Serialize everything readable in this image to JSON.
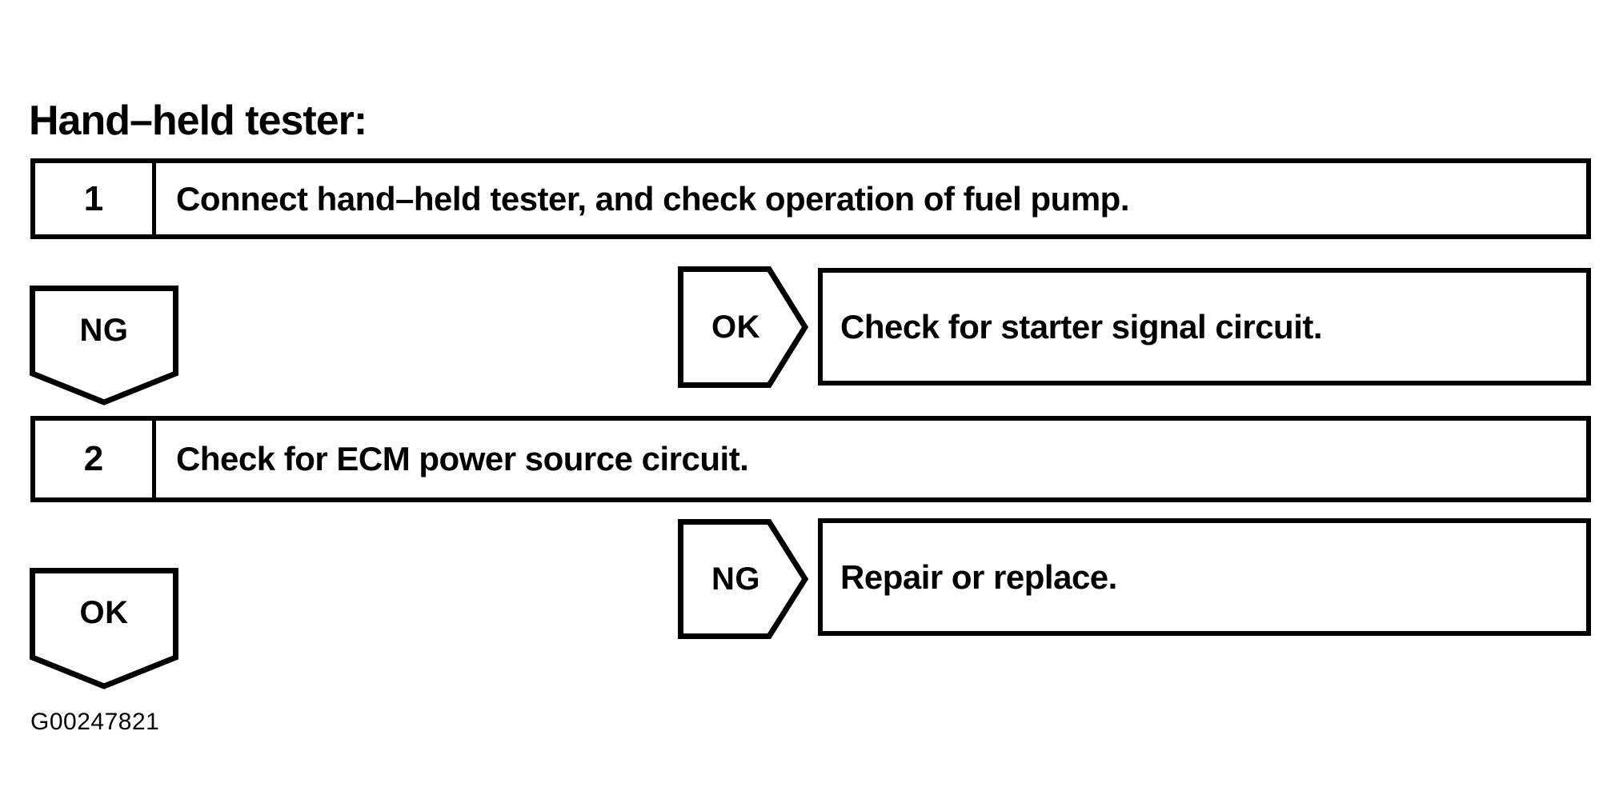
{
  "title": "Hand–held tester:",
  "steps": [
    {
      "number": "1",
      "text": "Connect hand–held tester, and check operation of fuel pump."
    },
    {
      "number": "2",
      "text": "Check for ECM power source circuit."
    }
  ],
  "branches": [
    {
      "left_label": "NG",
      "left_direction": "down",
      "right_label": "OK",
      "right_direction": "right",
      "right_action": "Check for starter signal circuit."
    },
    {
      "left_label": "OK",
      "left_direction": "down",
      "right_label": "NG",
      "right_direction": "right",
      "right_action": "Repair or replace."
    }
  ],
  "figure_id": "G00247821",
  "colors": {
    "ink": "#000000",
    "paper": "#ffffff"
  }
}
